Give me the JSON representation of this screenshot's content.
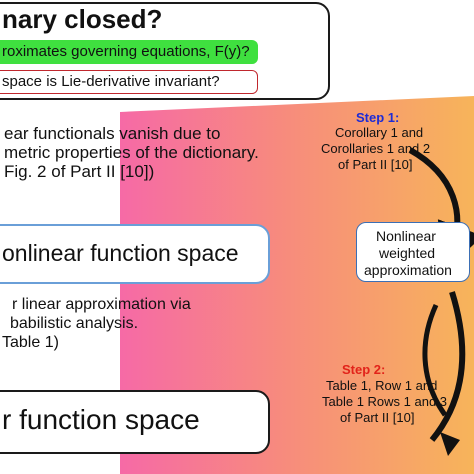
{
  "header": {
    "title": "nary closed?",
    "green_label": "roximates governing equations, F(y)?",
    "question": "space is Lie-derivative invariant?"
  },
  "middle_text": [
    "ear functionals vanish due to",
    "metric properties of the dictionary.",
    "Fig. 2 of Part II [10])"
  ],
  "nonlinear_space_label": "onlinear function space",
  "lower_text": [
    "r linear approximation via",
    "babilistic analysis.",
    "Table 1)"
  ],
  "bottom_label": "r function space",
  "step1": {
    "title": "Step 1:",
    "lines": [
      "Corollary 1 and",
      "Corollaries 1 and 2",
      "of Part II [10]"
    ]
  },
  "center_box": [
    "Nonlinear",
    "weighted",
    "approximation"
  ],
  "step2": {
    "title": "Step 2:",
    "lines": [
      "Table 1, Row 1 and",
      "Table 1 Rows 1 and 3",
      "of Part II [10]"
    ]
  },
  "colors": {
    "green": "#3fe03f",
    "red_border": "#c0272d",
    "step1_blue": "#1d2bd6",
    "step2_red": "#e2231a",
    "gradient_left": "#f66aa6",
    "gradient_right": "#f7b45a"
  }
}
